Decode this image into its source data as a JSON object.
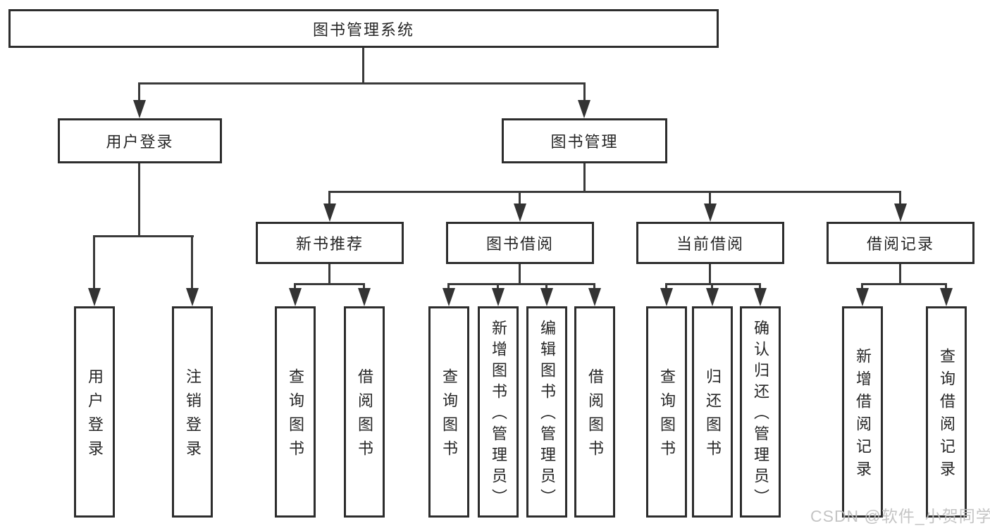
{
  "tree": {
    "root": {
      "label": "图书管理系统"
    },
    "branches": [
      {
        "label": "用户登录",
        "children": [
          "用户登录",
          "注销登录"
        ]
      },
      {
        "label": "图书管理",
        "children": [
          {
            "label": "新书推荐",
            "children": [
              "查询图书",
              "借阅图书"
            ]
          },
          {
            "label": "图书借阅",
            "children": [
              "查询图书",
              "新增图书（管理员）",
              "编辑图书（管理员）",
              "借阅图书"
            ]
          },
          {
            "label": "当前借阅",
            "children": [
              "查询图书",
              "归还图书",
              "确认归还（管理员）"
            ]
          },
          {
            "label": "借阅记录",
            "children": [
              "新增借阅记录",
              "查询借阅记录"
            ]
          }
        ]
      }
    ]
  },
  "watermark": {
    "text": "CSDN @软件_小贺同学"
  },
  "colors": {
    "line": "#3a3a3a",
    "box_border": "#2d2d2d",
    "text": "#262626",
    "watermark": "#bfbfbf",
    "background": "#ffffff"
  }
}
